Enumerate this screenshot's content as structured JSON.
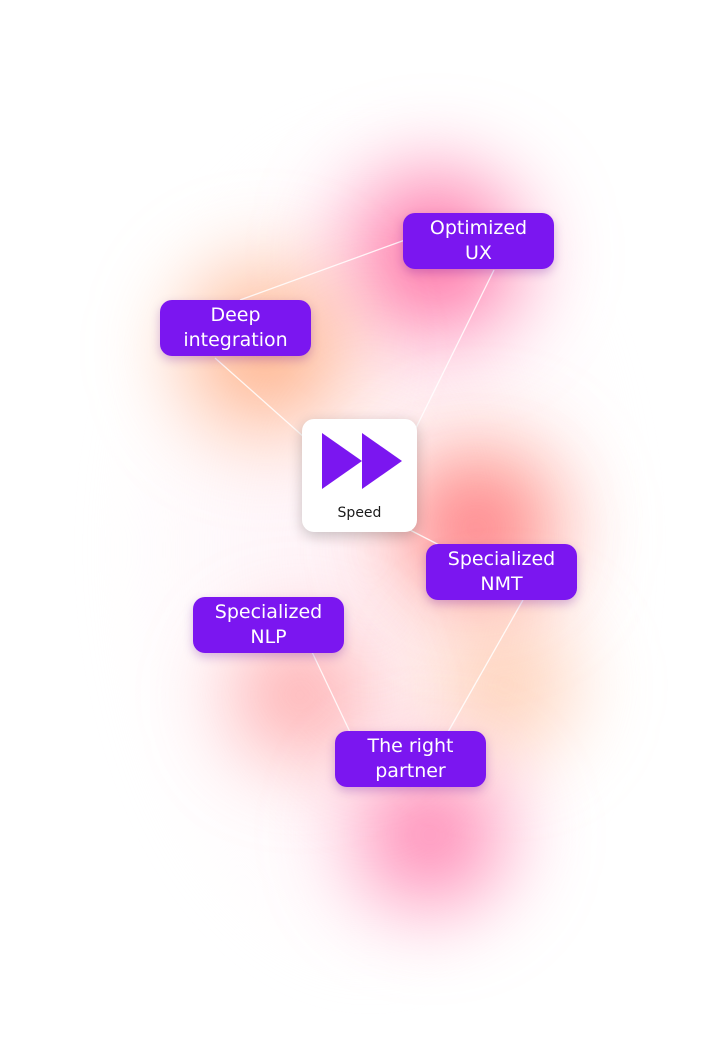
{
  "diagram": {
    "center": {
      "label": "Speed",
      "icon": "fast-forward-icon"
    },
    "nodes": [
      {
        "id": "optimized-ux",
        "label": "Optimized\nUX"
      },
      {
        "id": "deep-integration",
        "label": "Deep\nintegration"
      },
      {
        "id": "specialized-nmt",
        "label": "Specialized\nNMT"
      },
      {
        "id": "specialized-nlp",
        "label": "Specialized\nNLP"
      },
      {
        "id": "the-right-partner",
        "label": "The right\npartner"
      }
    ],
    "edges": [
      {
        "from": "deep-integration",
        "to": "optimized-ux"
      },
      {
        "from": "deep-integration",
        "to": "center"
      },
      {
        "from": "optimized-ux",
        "to": "center"
      },
      {
        "from": "center",
        "to": "specialized-nmt"
      },
      {
        "from": "specialized-nmt",
        "to": "the-right-partner"
      },
      {
        "from": "specialized-nlp",
        "to": "the-right-partner"
      }
    ],
    "colors": {
      "node_fill": "#7b16f0",
      "node_text": "#ffffff",
      "icon_fill": "#7b16f0",
      "glow_pink": "#ff2878",
      "glow_orange": "#ff823c"
    }
  }
}
